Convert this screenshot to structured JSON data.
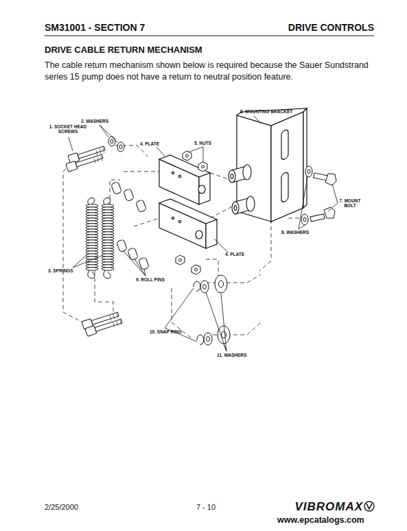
{
  "diagram": {
    "title": "DRIVE CABLE RETURN MECHANISM",
    "labels": [
      "SM31001 - SECTION 7",
      "DRIVE CONTROLS",
      "The cable return mechanism shown below is required because the Sauer Sundstrand series 15 pump does not have a return to neutral position feature.",
      "1. SOCKET HEAD SCREWS",
      "2. WASHERS",
      "4. PLATE",
      "5. NUTS",
      "6. MOUNTING BRACKET",
      "7. MOUNT BOLT",
      "8. WASHERS",
      "4. PLATE",
      "3. SPRINGS",
      "9. ROLL PINS",
      "10. SNAP RING",
      "11. WASHERS",
      "2/25/2000",
      "7 - 10",
      "VIBROMAX",
      "www.epcatalogs.com"
    ]
  }
}
